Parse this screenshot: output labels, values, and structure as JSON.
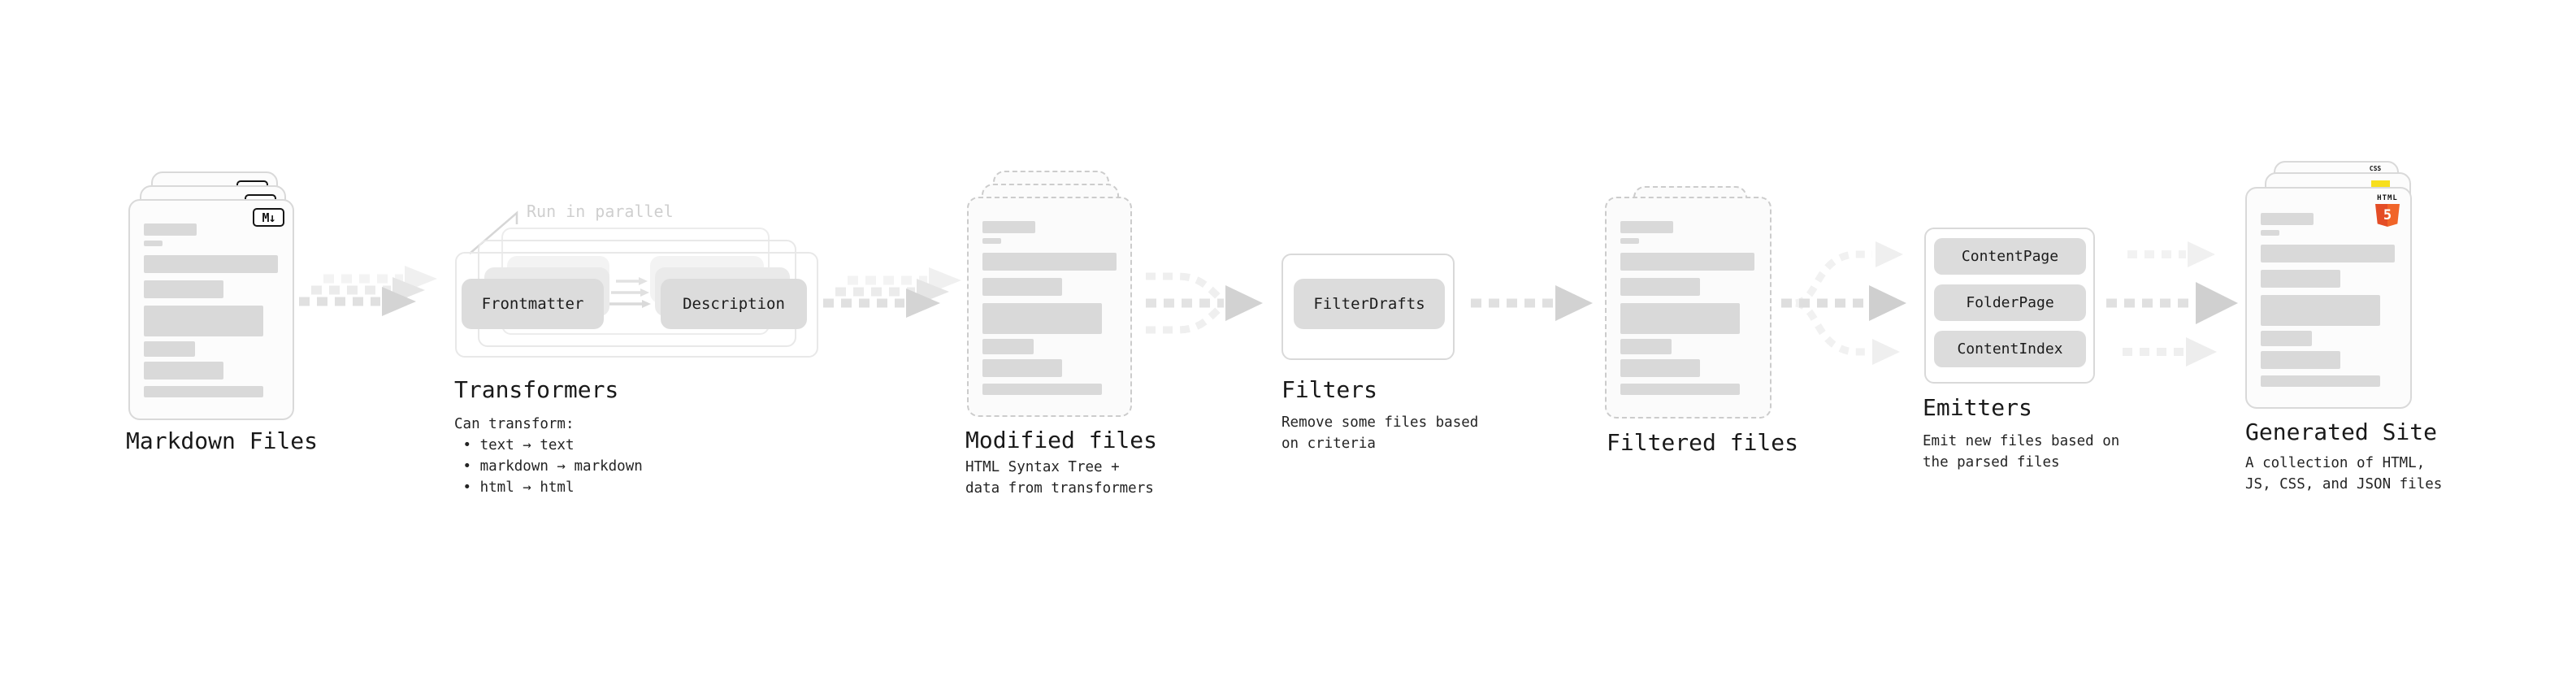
{
  "stages": {
    "markdown_files": {
      "label": "Markdown Files",
      "badge": "M↓"
    },
    "transformers": {
      "annotation": "Run in parallel",
      "input_pill": "Frontmatter",
      "output_pill": "Description",
      "label": "Transformers",
      "desc_lines": [
        "Can transform:",
        " • text → text",
        " • markdown → markdown",
        " • html → html"
      ]
    },
    "modified_files": {
      "label": "Modified files",
      "desc_lines": [
        "HTML Syntax Tree +",
        "data from transformers"
      ]
    },
    "filters": {
      "pill": "FilterDrafts",
      "label": "Filters",
      "desc_lines": [
        "Remove some files based",
        "on criteria"
      ]
    },
    "filtered_files": {
      "label": "Filtered files"
    },
    "emitters": {
      "pills": [
        "ContentPage",
        "FolderPage",
        "ContentIndex"
      ],
      "label": "Emitters",
      "desc_lines": [
        "Emit new files based on",
        "the parsed files"
      ]
    },
    "generated_site": {
      "label": "Generated Site",
      "badges": {
        "css": "CSS",
        "html": "HTML",
        "number": "5"
      },
      "desc_lines": [
        "A collection of HTML,",
        "JS, CSS, and JSON files"
      ]
    }
  },
  "colors": {
    "html5_orange": "#e44d26",
    "html5_orange_light": "#f16529",
    "js_yellow": "#f7df1e",
    "css_blue": "#2860e1",
    "pill_gray": "#dcdcdc",
    "card_border": "#d9d9d9",
    "arrow_gray": "#d2d2d2"
  }
}
